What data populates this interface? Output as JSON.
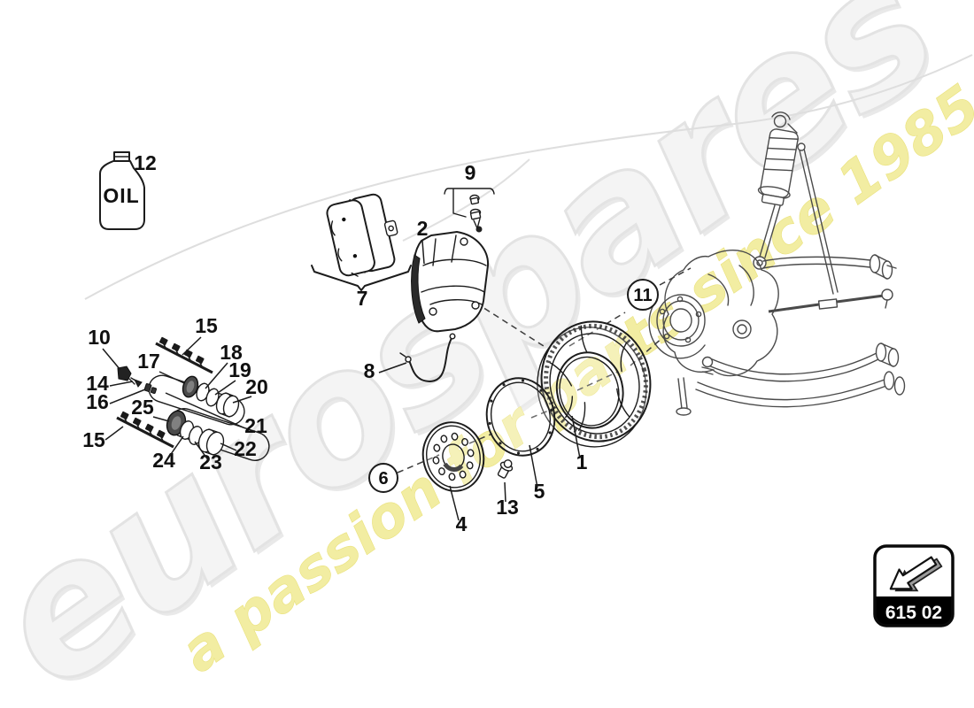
{
  "watermark": {
    "brand": "eurospares",
    "tagline": "a passion for parts since 1985"
  },
  "oil": {
    "label": "OIL"
  },
  "badge": {
    "code": "615 02"
  },
  "callouts": {
    "c1": "1",
    "c2": "2",
    "c4": "4",
    "c5": "5",
    "c6": "6",
    "c7": "7",
    "c8": "8",
    "c9": "9",
    "c10": "10",
    "c11": "11",
    "c12": "12",
    "c13": "13",
    "c14": "14",
    "c15a": "15",
    "c15b": "15",
    "c16": "16",
    "c17": "17",
    "c18": "18",
    "c19": "19",
    "c20": "20",
    "c21": "21",
    "c22": "22",
    "c23": "23",
    "c24": "24",
    "c25": "25"
  },
  "colors": {
    "brand_fill": "#f4f4f4",
    "brand_stroke": "#e3e3e3",
    "brand_shadow": "#e9e9e9",
    "tagline_fill": "#f2eda2",
    "badge_band": "#000000",
    "line": "#1c1c1c"
  }
}
